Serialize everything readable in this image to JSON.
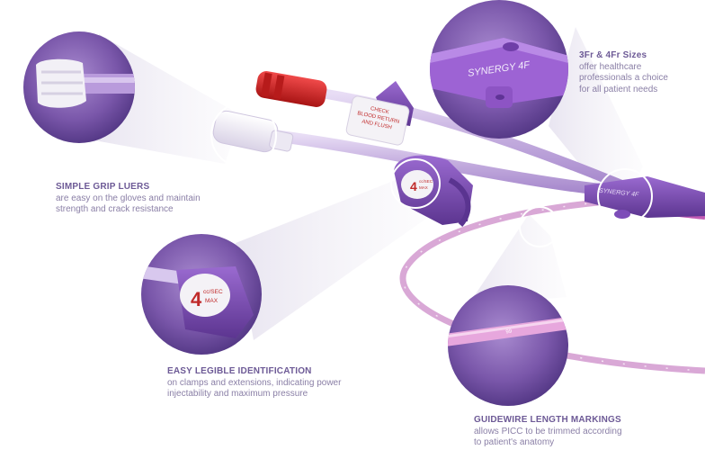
{
  "callouts": {
    "luers": {
      "heading": "SIMPLE GRIP LUERS",
      "line1": "are easy on the gloves and maintain",
      "line2": "strength and crack resistance"
    },
    "sizes": {
      "heading": "3Fr & 4Fr Sizes",
      "line1": "offer healthcare",
      "line2": "professionals a choice",
      "line3": "for all patient needs"
    },
    "identification": {
      "heading": "EASY LEGIBLE IDENTIFICATION",
      "line1": "on clamps and extensions, indicating power",
      "line2": "injectability and maximum pressure"
    },
    "guidewire": {
      "heading": "GUIDEWIRE LENGTH MARKINGS",
      "line1": "allows PICC to be trimmed according",
      "line2": "to patient's anatomy"
    }
  },
  "product_labels": {
    "brand_large": "SYNERGY 4F",
    "brand_small": "SYNERGY 4F",
    "red_clamp_line1": "CHECK",
    "red_clamp_line2": "BLOOD RETURN",
    "red_clamp_line3": "AND FLUSH",
    "clamp_big": "4",
    "clamp_rate": "cc/SEC",
    "clamp_max": "MAX",
    "mark": "99"
  },
  "colors": {
    "purple_dark": "#5e3d8c",
    "purple": "#7b4fb2",
    "tube": "#c9b6e6",
    "red": "#d32222",
    "text_heading": "#6d5a96",
    "text_body": "#8a7fa6"
  }
}
